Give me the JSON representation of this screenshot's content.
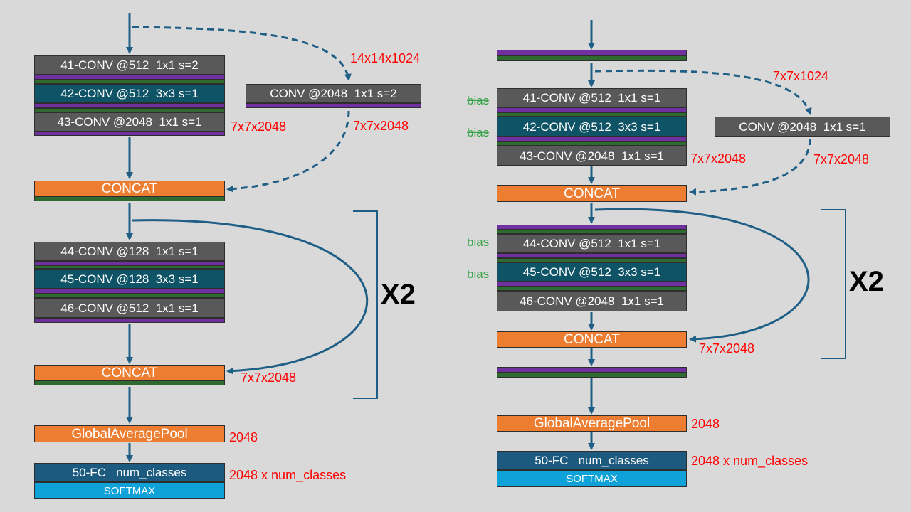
{
  "colors": {
    "conv_gray": "#595959",
    "conv_teal": "#0f5466",
    "concat_orange": "#ed7d31",
    "fc_blue": "#1d5a80",
    "softmax_blue": "#0ea2d8",
    "purple_bar": "#7030a0",
    "green_bar": "#2f6b30",
    "arrow": "#1f5f86",
    "shape_label_red": "#ff0000",
    "bias_green": "#3aa34a"
  },
  "left": {
    "conv41": "41-CONV @512  1x1 s=2",
    "conv42": "42-CONV @512  3x3 s=1",
    "conv43": "43-CONV @2048  1x1 s=1",
    "shortcut_conv": "CONV @2048  1x1 s=2",
    "shape_input": "14x14x1024",
    "shape_main_out": "7x7x2048",
    "shape_shortcut_out": "7x7x2048",
    "concat1": "CONCAT",
    "conv44": "44-CONV @128  1x1 s=1",
    "conv45": "45-CONV @128  3x3 s=1",
    "conv46": "46-CONV @512  1x1 s=1",
    "concat2": "CONCAT",
    "shape_concat2": "7x7x2048",
    "repeat": "X2",
    "gap": "GlobalAveragePool",
    "shape_gap": "2048",
    "fc": "50-FC   num_classes",
    "softmax": "SOFTMAX",
    "shape_fc": "2048 x num_classes"
  },
  "right": {
    "shape_input": "7x7x1024",
    "conv41": "41-CONV @512  1x1 s=1",
    "conv42": "42-CONV @512  3x3 s=1",
    "conv43": "43-CONV @2048  1x1 s=1",
    "bias41": "bias",
    "bias42": "bias",
    "shortcut_conv": "CONV @2048  1x1 s=1",
    "shape_main_out": "7x7x2048",
    "shape_shortcut_out": "7x7x2048",
    "concat1": "CONCAT",
    "bias44": "bias",
    "bias45": "bias",
    "conv44": "44-CONV @512  1x1 s=1",
    "conv45": "45-CONV @512  3x3 s=1",
    "conv46": "46-CONV @2048  1x1 s=1",
    "concat2": "CONCAT",
    "shape_concat2": "7x7x2048",
    "repeat": "X2",
    "gap": "GlobalAveragePool",
    "shape_gap": "2048",
    "fc": "50-FC   num_classes",
    "softmax": "SOFTMAX",
    "shape_fc": "2048 x num_classes"
  }
}
